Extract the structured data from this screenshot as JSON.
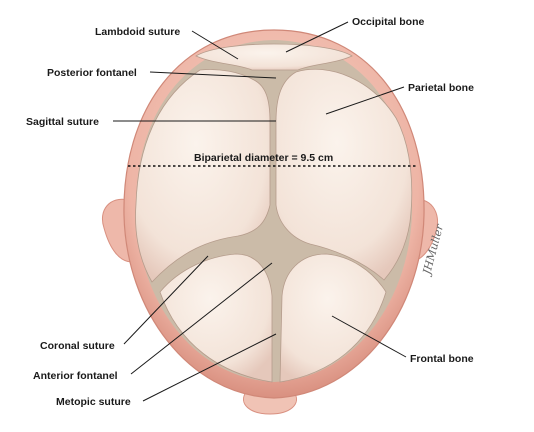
{
  "labels": {
    "lambdoid_suture": "Lambdoid suture",
    "occipital_bone": "Occipital bone",
    "posterior_fontanel": "Posterior fontanel",
    "parietal_bone": "Parietal bone",
    "sagittal_suture": "Sagittal suture",
    "biparietal_diameter": "Biparietal diameter = 9.5 cm",
    "coronal_suture": "Coronal suture",
    "anterior_fontanel": "Anterior fontanel",
    "frontal_bone": "Frontal bone",
    "metopic_suture": "Metopic suture"
  },
  "signature": "JHMuller",
  "colors": {
    "bone": "#f5e8de",
    "bone_shadow": "#e8c9bd",
    "skin": "#eeb8aa",
    "skin_dark": "#d98f82",
    "membrane": "#cbbba8",
    "suture_line": "#8e7868"
  }
}
